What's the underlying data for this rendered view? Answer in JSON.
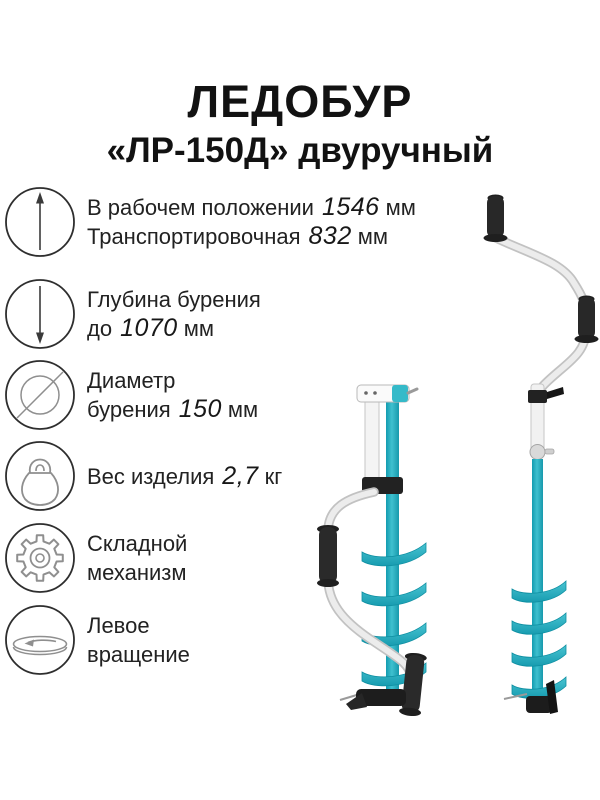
{
  "header": {
    "title": "ЛЕДОБУР",
    "subtitle": "«ЛР-150Д» двуручный"
  },
  "specs": {
    "row1": {
      "icon": "height-arrow-up-icon",
      "line1": {
        "pre": "В рабочем положении",
        "value": "1546",
        "unit": "мм"
      },
      "line2": {
        "pre": "Транспортировочная",
        "value": "832",
        "unit": "мм"
      }
    },
    "row2": {
      "icon": "depth-arrow-down-icon",
      "line1": "Глубина бурения",
      "line2": {
        "pre": "до",
        "value": "1070",
        "unit": "мм"
      }
    },
    "row3": {
      "icon": "drilling-diameter-icon",
      "line1": "Диаметр",
      "line2": {
        "pre": "бурения",
        "value": "150",
        "unit": "мм"
      }
    },
    "row4": {
      "icon": "weight-kettlebell-icon",
      "line1": {
        "pre": "Вес изделия",
        "value": "2,7",
        "unit": "кг"
      }
    },
    "row5": {
      "icon": "folding-mechanism-gear-icon",
      "line1": "Складной",
      "line2": "механизм"
    },
    "row6": {
      "icon": "left-rotation-icon",
      "line1": "Левое",
      "line2": "вращение"
    }
  },
  "colors": {
    "accent_teal": "#2bb3c6",
    "teal_dark": "#0f95a8",
    "teal_light": "#6ed3de",
    "text": "#1c1c1c",
    "icon_outline": "#2e2e2e",
    "icon_detail": "#8f8f8f",
    "handle_black": "#262626",
    "crank_gray": "#e9e9e9"
  }
}
